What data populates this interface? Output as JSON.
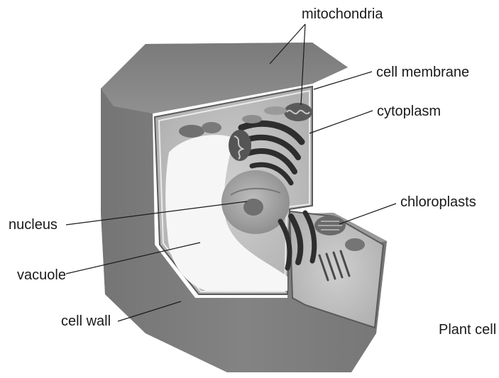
{
  "figure": {
    "caption": "Plant cell",
    "labels": {
      "mitochondria": "mitochondria",
      "cell_membrane": "cell membrane",
      "cytoplasm": "cytoplasm",
      "chloroplasts": "chloroplasts",
      "nucleus": "nucleus",
      "vacuole": "vacuole",
      "cell_wall": "cell wall"
    }
  }
}
